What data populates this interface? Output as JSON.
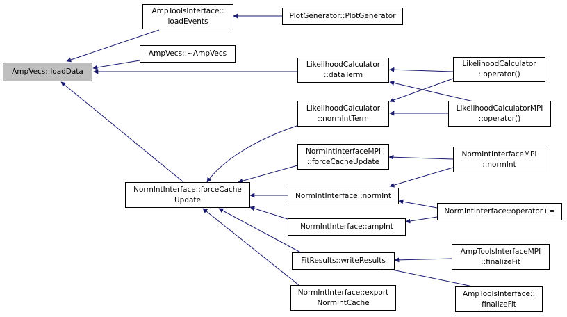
{
  "nodes": {
    "loaddata": "AmpVecs::loadData",
    "ati_loadevents": "AmpToolsInterface::\nloadEvents",
    "plotgen": "PlotGenerator::PlotGenerator",
    "ampvecs_dtor": "AmpVecs::~AmpVecs",
    "lc_dataterm": "LikelihoodCalculator\n::dataTerm",
    "lc_operator": "LikelihoodCalculator\n::operator()",
    "lc_normintterm": "LikelihoodCalculator\n::normIntTerm",
    "lcmpi_operator": "LikelihoodCalculatorMPI\n::operator()",
    "nimpi_forcecache": "NormIntInterfaceMPI\n::forceCacheUpdate",
    "nimpi_normint": "NormIntInterfaceMPI\n::normInt",
    "ni_forcecache": "NormIntInterface::forceCache\nUpdate",
    "ni_normint": "NormIntInterface::normInt",
    "ni_opplus": "NormIntInterface::operator+=",
    "ni_ampint": "NormIntInterface::ampInt",
    "fr_writeresults": "FitResults::writeResults",
    "atimpi_finalize": "AmpToolsInterfaceMPI\n::finalizeFit",
    "ni_export": "NormIntInterface::export\nNormIntCache",
    "ati_finalize": "AmpToolsInterface::\nfinalizeFit"
  },
  "colors": {
    "edge": "#191970",
    "root_fill": "#bfbfbf",
    "node_border": "#000000"
  }
}
